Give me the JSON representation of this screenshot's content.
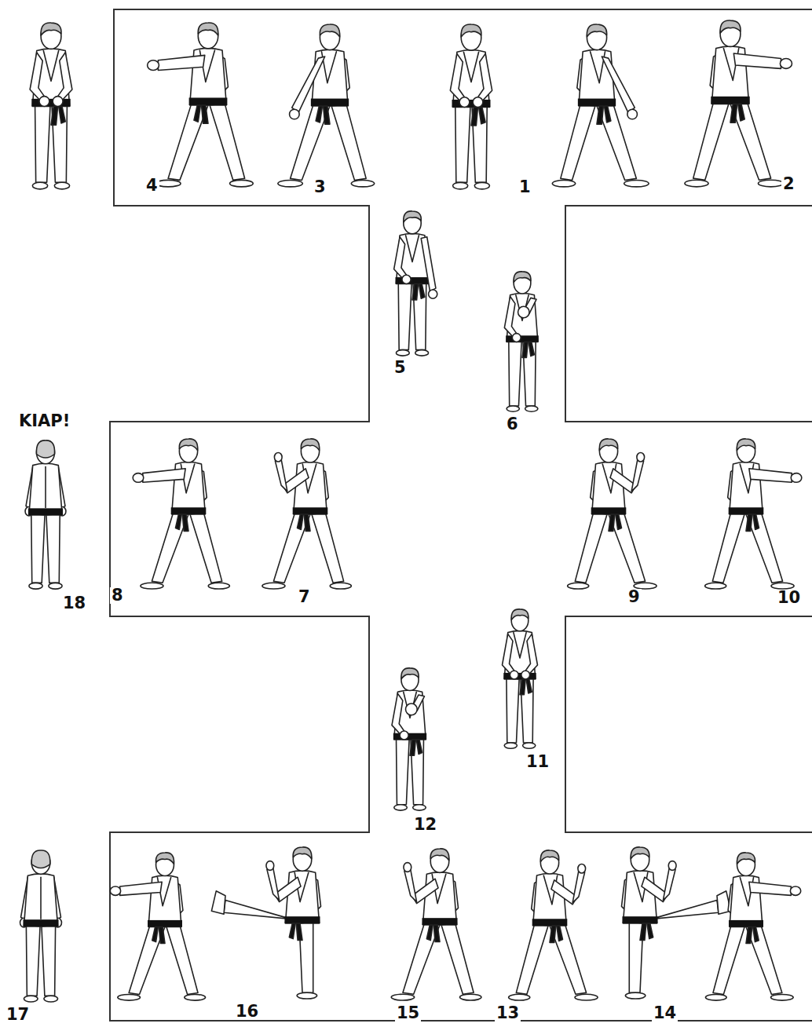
{
  "diagram": {
    "labels": [
      "4",
      "3",
      "1",
      "2",
      "5",
      "6",
      "KIAP!",
      "18",
      "8",
      "7",
      "9",
      "10",
      "11",
      "12",
      "17",
      "16",
      "15",
      "13",
      "14"
    ]
  }
}
